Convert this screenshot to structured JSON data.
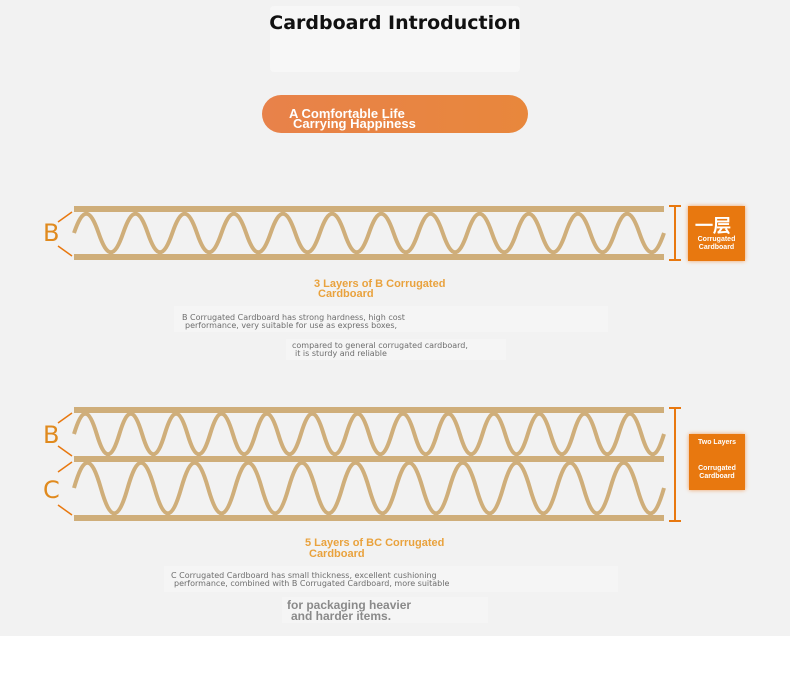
{
  "header": {
    "title": "Cardboard Introduction",
    "slogan_line1": "A Comfortable Life",
    "slogan_line2": "Carrying Happiness"
  },
  "colors": {
    "board": "#cfae7a",
    "accent": "#e8780f",
    "heading": "#e9a23d",
    "slogan_bg": "#e8843f"
  },
  "sections": [
    {
      "layer_labels": [
        "B"
      ],
      "badge_big": "一层",
      "badge_small_1": "Corrugated",
      "badge_small_2": "Cardboard",
      "heading_line1": "3 Layers of B Corrugated",
      "heading_line2": "Cardboard",
      "desc_line1": "B Corrugated Cardboard has strong hardness, high cost",
      "desc_line2": "performance, very suitable for use as express boxes,",
      "desc_line3": "compared to general corrugated cardboard,",
      "desc_line4": "it is sturdy and reliable"
    },
    {
      "layer_labels": [
        "B",
        "C"
      ],
      "badge_big": "Two Layers",
      "badge_small_1": "Corrugated",
      "badge_small_2": "Cardboard",
      "heading_line1": "5 Layers of BC Corrugated",
      "heading_line2": "Cardboard",
      "desc_line1": "C Corrugated Cardboard has small thickness, excellent cushioning",
      "desc_line2": "performance, combined with B Corrugated Cardboard, more suitable",
      "desc_line3": "for packaging heavier",
      "desc_line4": "and harder items."
    }
  ]
}
